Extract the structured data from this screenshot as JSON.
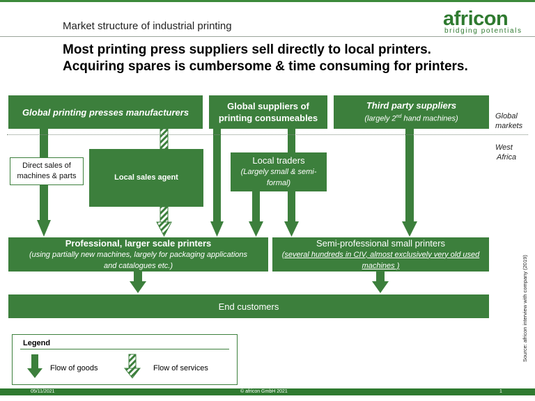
{
  "slide": {
    "subtitle": "Market structure of industrial printing",
    "headline_line1": "Most printing press suppliers sell directly to local printers.",
    "headline_line2": "Acquiring spares is cumbersome & time consuming for printers.",
    "logo_word": "africon",
    "logo_tagline": "bridging potentials",
    "source_note": "Source: africon interview with company (2019)",
    "footer_date": "05/11/2021",
    "footer_copyright": "© africon GmbH 2021",
    "footer_page": "1"
  },
  "regions": {
    "global": [
      "Global",
      "markets"
    ],
    "local": [
      "West",
      "Africa"
    ]
  },
  "nodes": {
    "manufacturers": "Global printing presses manufacturers",
    "consumables_line1": "Global suppliers of",
    "consumables_line2": "printing consumeables",
    "third_party_title": "Third party suppliers",
    "third_party_sub_pre": "(largely 2",
    "third_party_sub_sup": "nd",
    "third_party_sub_post": " hand machines)",
    "direct_sales_line1": "Direct sales of",
    "direct_sales_line2": "machines & parts",
    "sales_agent": "Local sales agent",
    "local_traders_title": "Local traders",
    "local_traders_sub1": "(Largely small & semi-",
    "local_traders_sub2": "formal)",
    "professional_title": "Professional, larger scale printers",
    "professional_sub1": "(using partially new machines, largely for packaging applications",
    "professional_sub2": "and catalogues etc.)",
    "semi_title": "Semi-professional small printers",
    "semi_sub1": "(several hundreds in CIV, almost exclusively very old used",
    "semi_sub2": "machines )",
    "end_customers": "End customers"
  },
  "legend": {
    "title": "Legend",
    "goods": "Flow of goods",
    "services": "Flow of services"
  },
  "colors": {
    "accent": "#3c7f3c",
    "brand": "#2f7a30"
  }
}
